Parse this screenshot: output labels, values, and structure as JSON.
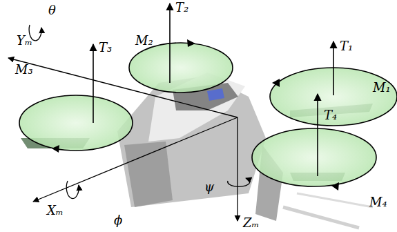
{
  "diagram": {
    "labels": [
      "T₂",
      "T₁",
      "M₂",
      "M₁",
      "θ",
      "Yₘ",
      "T₃",
      "M₃",
      "T₄",
      "M₄",
      "Xₘ",
      "ϕ",
      "ψ",
      "Zₘ"
    ]
  }
}
